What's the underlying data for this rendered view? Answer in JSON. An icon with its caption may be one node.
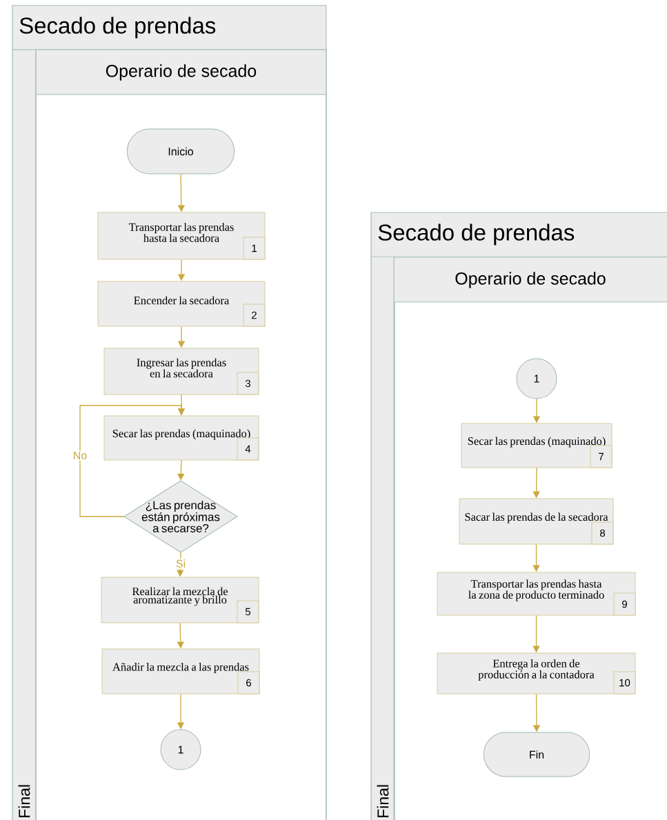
{
  "diagram": {
    "nodes": [
      {
        "text": [
          "Secado de prendas",
          "Final"
        ]
      },
      {
        "text": [
          "Operario de secado"
        ],
        "in": 0
      },
      {
        "text": [
          "Inicio"
        ],
        "in": 1
      },
      {
        "text": [
          "Transportar las prendas hasta la secadora",
          "1"
        ],
        "in": 1
      },
      {
        "text": [
          "Encender la secadora",
          "2"
        ],
        "in": 1
      },
      {
        "text": [
          "Ingresar las prendas en la secadora",
          "3"
        ],
        "in": 1
      },
      {
        "text": [
          "Secar las prendas (maquinado)",
          "4"
        ],
        "in": 1
      },
      {
        "text": [
          "¿Las prendas están próximas a secarse?"
        ],
        "in": 1
      },
      {
        "text": [
          "Realizar la mezcla de aromatizante y brillo",
          "5"
        ],
        "in": 1
      },
      {
        "text": [
          "Añadir la mezcla a las prendas",
          "6"
        ],
        "in": 1
      },
      {
        "text": [
          "1"
        ],
        "in": 1
      },
      {
        "text": [
          "Secado de prendas",
          "Final"
        ]
      },
      {
        "text": [
          "Operario de secado"
        ],
        "in": 11
      },
      {
        "text": [
          "1"
        ],
        "in": 12
      },
      {
        "text": [
          "Secar las prendas (maquinado)",
          "7"
        ],
        "in": 12
      },
      {
        "text": [
          "Sacar las prendas de la secadora",
          "8"
        ],
        "in": 12
      },
      {
        "text": [
          "Transportar las prendas hasta la zona de producto terminado",
          "9"
        ],
        "in": 12
      },
      {
        "text": [
          "Entrega la orden de producción a la contadora",
          "10"
        ],
        "in": 12
      },
      {
        "text": [
          "Fin"
        ],
        "in": 12
      }
    ],
    "edges": [
      {
        "from": 2,
        "to": 3,
        "arrow": "to"
      },
      {
        "from": 3,
        "to": 4,
        "arrow": "to"
      },
      {
        "from": 4,
        "to": 5,
        "arrow": "to"
      },
      {
        "from": 5,
        "to": 6,
        "arrow": "to"
      },
      {
        "from": 6,
        "to": 7,
        "arrow": "to"
      },
      {
        "from": 7,
        "to": 6,
        "label": "No",
        "arrow": "to"
      },
      {
        "from": 7,
        "to": 8,
        "label": "Si",
        "arrow": "to"
      },
      {
        "from": 8,
        "to": 9,
        "arrow": "to"
      },
      {
        "from": 9,
        "to": 10,
        "arrow": "to"
      },
      {
        "from": 13,
        "to": 14,
        "arrow": "to"
      },
      {
        "from": 14,
        "to": 15,
        "arrow": "to"
      },
      {
        "from": 15,
        "to": 16,
        "arrow": "to"
      },
      {
        "from": 16,
        "to": 17,
        "arrow": "to"
      },
      {
        "from": 17,
        "to": 18,
        "arrow": "to"
      }
    ]
  }
}
